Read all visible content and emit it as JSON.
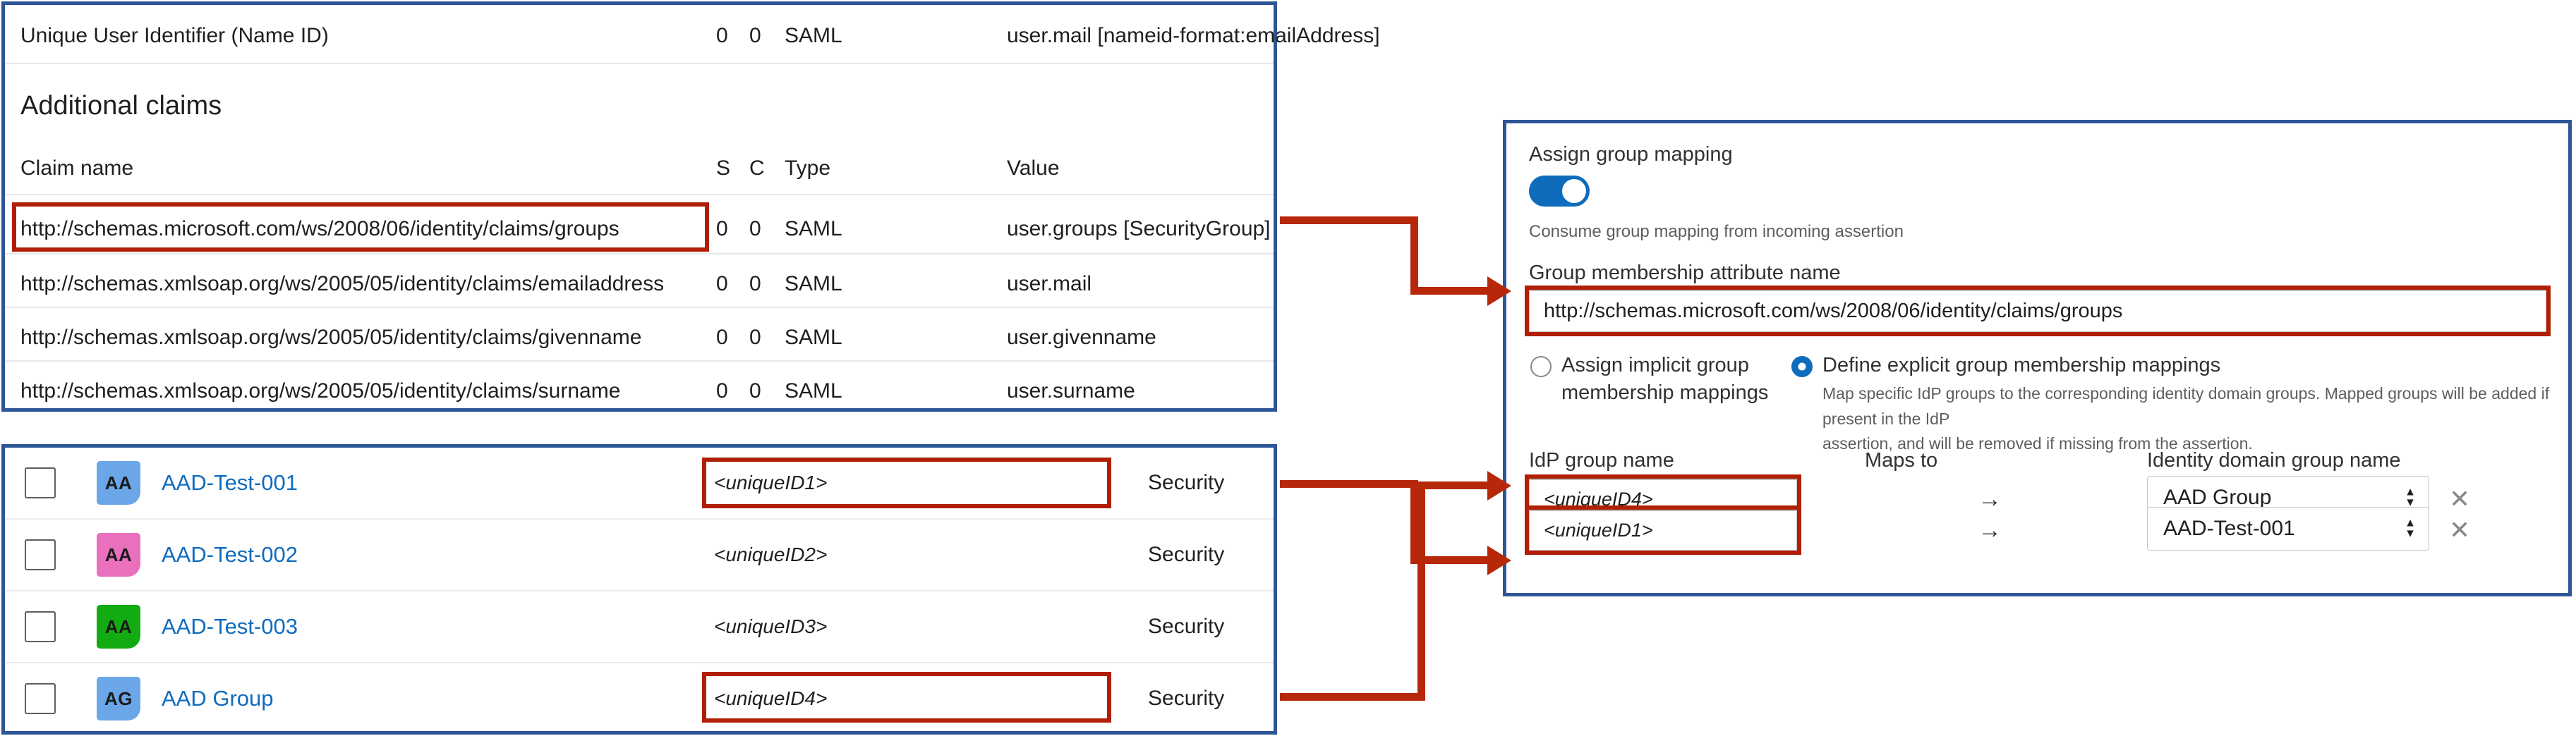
{
  "colors": {
    "panel_border": "#2e5596",
    "highlight": "#b01f05",
    "connector": "#b7280b",
    "accent_blue": "#0f6cbd",
    "link_blue": "#0f6cbd"
  },
  "claims_panel": {
    "nameid_row": {
      "claim": "Unique User Identifier (Name ID)",
      "s": "0",
      "c": "0",
      "type": "SAML",
      "value": "user.mail [nameid-format:emailAddress]"
    },
    "section_title": "Additional claims",
    "headers": {
      "claim_name": "Claim name",
      "s": "S",
      "c": "C",
      "type": "Type",
      "value": "Value"
    },
    "rows": [
      {
        "claim": "http://schemas.microsoft.com/ws/2008/06/identity/claims/groups",
        "s": "0",
        "c": "0",
        "type": "SAML",
        "value": "user.groups [SecurityGroup]",
        "highlighted": true
      },
      {
        "claim": "http://schemas.xmlsoap.org/ws/2005/05/identity/claims/emailaddress",
        "s": "0",
        "c": "0",
        "type": "SAML",
        "value": "user.mail",
        "highlighted": false
      },
      {
        "claim": "http://schemas.xmlsoap.org/ws/2005/05/identity/claims/givenname",
        "s": "0",
        "c": "0",
        "type": "SAML",
        "value": "user.givenname",
        "highlighted": false
      },
      {
        "claim": "http://schemas.xmlsoap.org/ws/2005/05/identity/claims/surname",
        "s": "0",
        "c": "0",
        "type": "SAML",
        "value": "user.surname",
        "highlighted": false
      }
    ]
  },
  "groups_panel": {
    "security_label": "Security",
    "rows": [
      {
        "initials": "AA",
        "avatar_color": "#6aa6e8",
        "name": "AAD-Test-001",
        "unique_id": "<uniqueID1>",
        "type": "Security",
        "highlighted": true,
        "checked": false
      },
      {
        "initials": "AA",
        "avatar_color": "#ea6fbd",
        "name": "AAD-Test-002",
        "unique_id": "<uniqueID2>",
        "type": "Security",
        "highlighted": false,
        "checked": false
      },
      {
        "initials": "AA",
        "avatar_color": "#12ac12",
        "name": "AAD-Test-003",
        "unique_id": "<uniqueID3>",
        "type": "Security",
        "highlighted": false,
        "checked": false
      },
      {
        "initials": "AG",
        "avatar_color": "#6aa6e8",
        "name": "AAD Group",
        "unique_id": "<uniqueID4>",
        "type": "Security",
        "highlighted": true,
        "checked": false
      }
    ]
  },
  "mapping_panel": {
    "assign_group_mapping_label": "Assign group mapping",
    "toggle_on": true,
    "toggle_caption": "Consume group mapping from incoming assertion",
    "attribute_label": "Group membership attribute name",
    "attribute_value": "http://schemas.microsoft.com/ws/2008/06/identity/claims/groups",
    "radio_implicit": {
      "label": "Assign implicit group\nmembership mappings",
      "label_line1": "Assign implicit group",
      "label_line2": "membership mappings",
      "selected": false
    },
    "radio_explicit": {
      "label": "Define explicit group membership mappings",
      "description_line1": "Map specific IdP groups to the corresponding identity domain groups. Mapped groups will be added if present in the IdP",
      "description_line2": "assertion, and will be removed if missing from the assertion.",
      "selected": true
    },
    "columns": {
      "idp_group_name": "IdP group name",
      "maps_to": "Maps to",
      "identity_domain_group_name": "Identity domain group name"
    },
    "arrow_glyph": "→",
    "remove_glyph": "✕",
    "mappings": [
      {
        "idp_group": "<uniqueID4>",
        "identity_group": "AAD Group",
        "highlighted": true
      },
      {
        "idp_group": "<uniqueID1>",
        "identity_group": "AAD-Test-001",
        "highlighted": true
      }
    ]
  }
}
